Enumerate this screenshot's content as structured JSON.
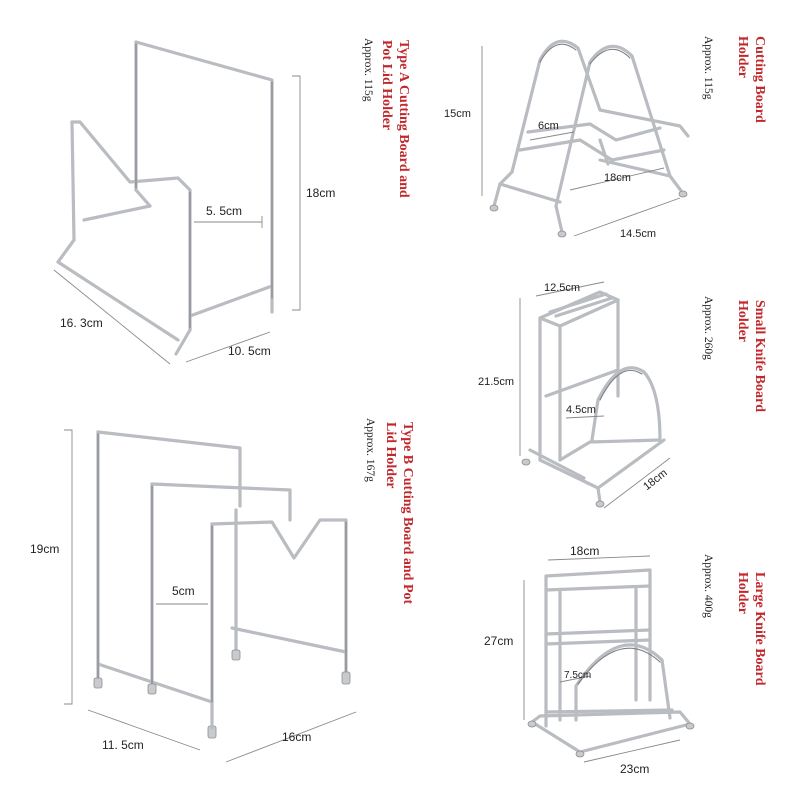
{
  "products": [
    {
      "title_lines": [
        "Type A Cutting Board and",
        "Pot Lid Holder"
      ],
      "weight": "Approx. 115g",
      "dims": [
        "5. 5cm",
        "18cm",
        "16. 3cm",
        "10. 5cm"
      ]
    },
    {
      "title_lines": [
        "Cutting Board",
        "Holder"
      ],
      "weight": "Approx. 115g",
      "dims": [
        "15cm",
        "6cm",
        "18cm",
        "14.5cm"
      ]
    },
    {
      "title_lines": [
        "Small Knife Board",
        "Holder"
      ],
      "weight": "Approx. 260g",
      "dims": [
        "12.5cm",
        "21.5cm",
        "4.5cm",
        "18cm"
      ]
    },
    {
      "title_lines": [
        "Type B Cutting Board and Pot",
        "Lid Holder"
      ],
      "weight": "Approx. 167g",
      "dims": [
        "19cm",
        "5cm",
        "11. 5cm",
        "16cm"
      ]
    },
    {
      "title_lines": [
        "Large Knife Board",
        "Holder"
      ],
      "weight": "Approx. 400g",
      "dims": [
        "18cm",
        "27cm",
        "7.5cm",
        "23cm"
      ]
    }
  ],
  "colors": {
    "title": "#c0282c",
    "wire": "#b9bcc0"
  }
}
